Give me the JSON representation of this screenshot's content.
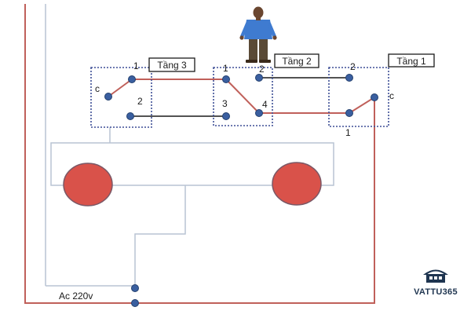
{
  "labels": {
    "floor3": "Tầng 3",
    "floor2": "Tầng 2",
    "floor1": "Tầng 1",
    "sw3_t1": "1",
    "sw3_c": "c",
    "sw3_t2": "2",
    "sw2_t1": "1",
    "sw2_t2": "2",
    "sw2_t3": "3",
    "sw2_t4": "4",
    "sw1_t2": "2",
    "sw1_c": "c",
    "sw1_t1": "1",
    "supply": "Ac  220v"
  },
  "brand": {
    "name": "VATTU365",
    "icon": "house-logo-icon"
  },
  "colors": {
    "live_wire": "#c0605a",
    "neutral_wire": "#b9c4d4",
    "switch_box": "#3e4f96",
    "terminal": "#3a5fa0",
    "lamp_fill": "#d9524a",
    "brand_navy": "#1f3550"
  }
}
